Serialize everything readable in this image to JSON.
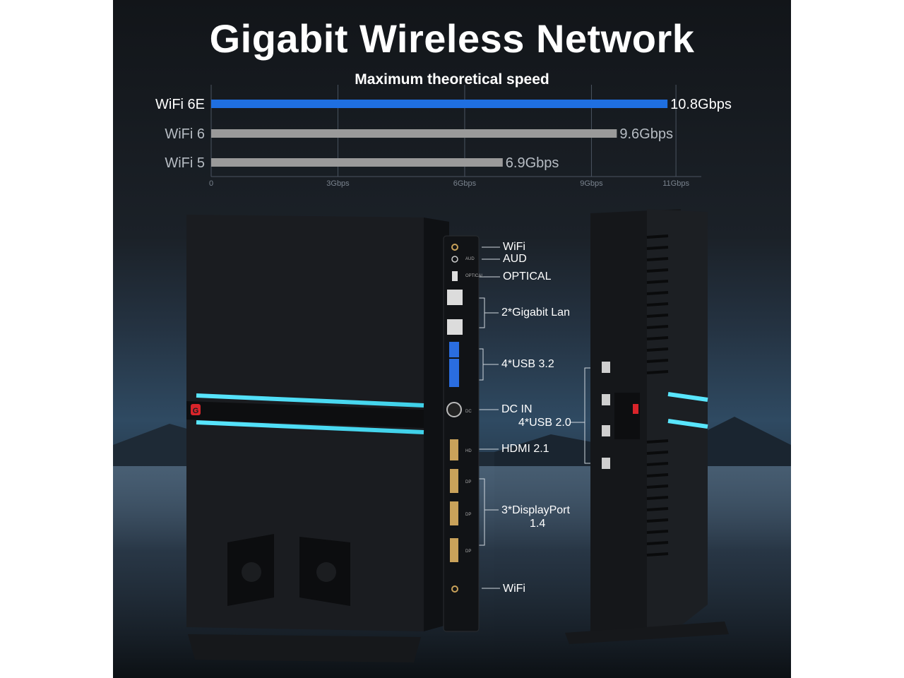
{
  "title": "Gigabit Wireless Network",
  "chart_data": {
    "type": "bar",
    "orientation": "horizontal",
    "title": "Maximum theoretical speed",
    "categories": [
      "WiFi 6E",
      "WiFi 6",
      "WiFi 5"
    ],
    "values": [
      10.8,
      9.6,
      6.9
    ],
    "value_labels": [
      "10.8Gbps",
      "9.6Gbps",
      "6.9Gbps"
    ],
    "x_ticks": [
      0,
      3,
      6,
      9,
      11
    ],
    "x_tick_labels": [
      "0",
      "3Gbps",
      "6Gbps",
      "9Gbps",
      "11Gbps"
    ],
    "xlim": [
      0,
      11.6
    ],
    "colors": [
      "#1f6fe0",
      "#9a9a9a",
      "#9a9a9a"
    ],
    "grid": true
  },
  "ports": {
    "wifi_top": "WiFi",
    "aud": "AUD",
    "optical": "OPTICAL",
    "lan": "2*Gigabit Lan",
    "usb32": "4*USB 3.2",
    "dc_in": "DC IN",
    "hdmi": "HDMI 2.1",
    "dp_line1": "3*DisplayPort",
    "dp_line2": "1.4",
    "wifi_bottom": "WiFi",
    "usb20": "4*USB 2.0"
  },
  "port_silkscreen": {
    "aud": "AUD",
    "optical": "OPTICAL",
    "dc": "DC",
    "hd": "HD",
    "dp": "DP"
  },
  "logo_letter": "G"
}
